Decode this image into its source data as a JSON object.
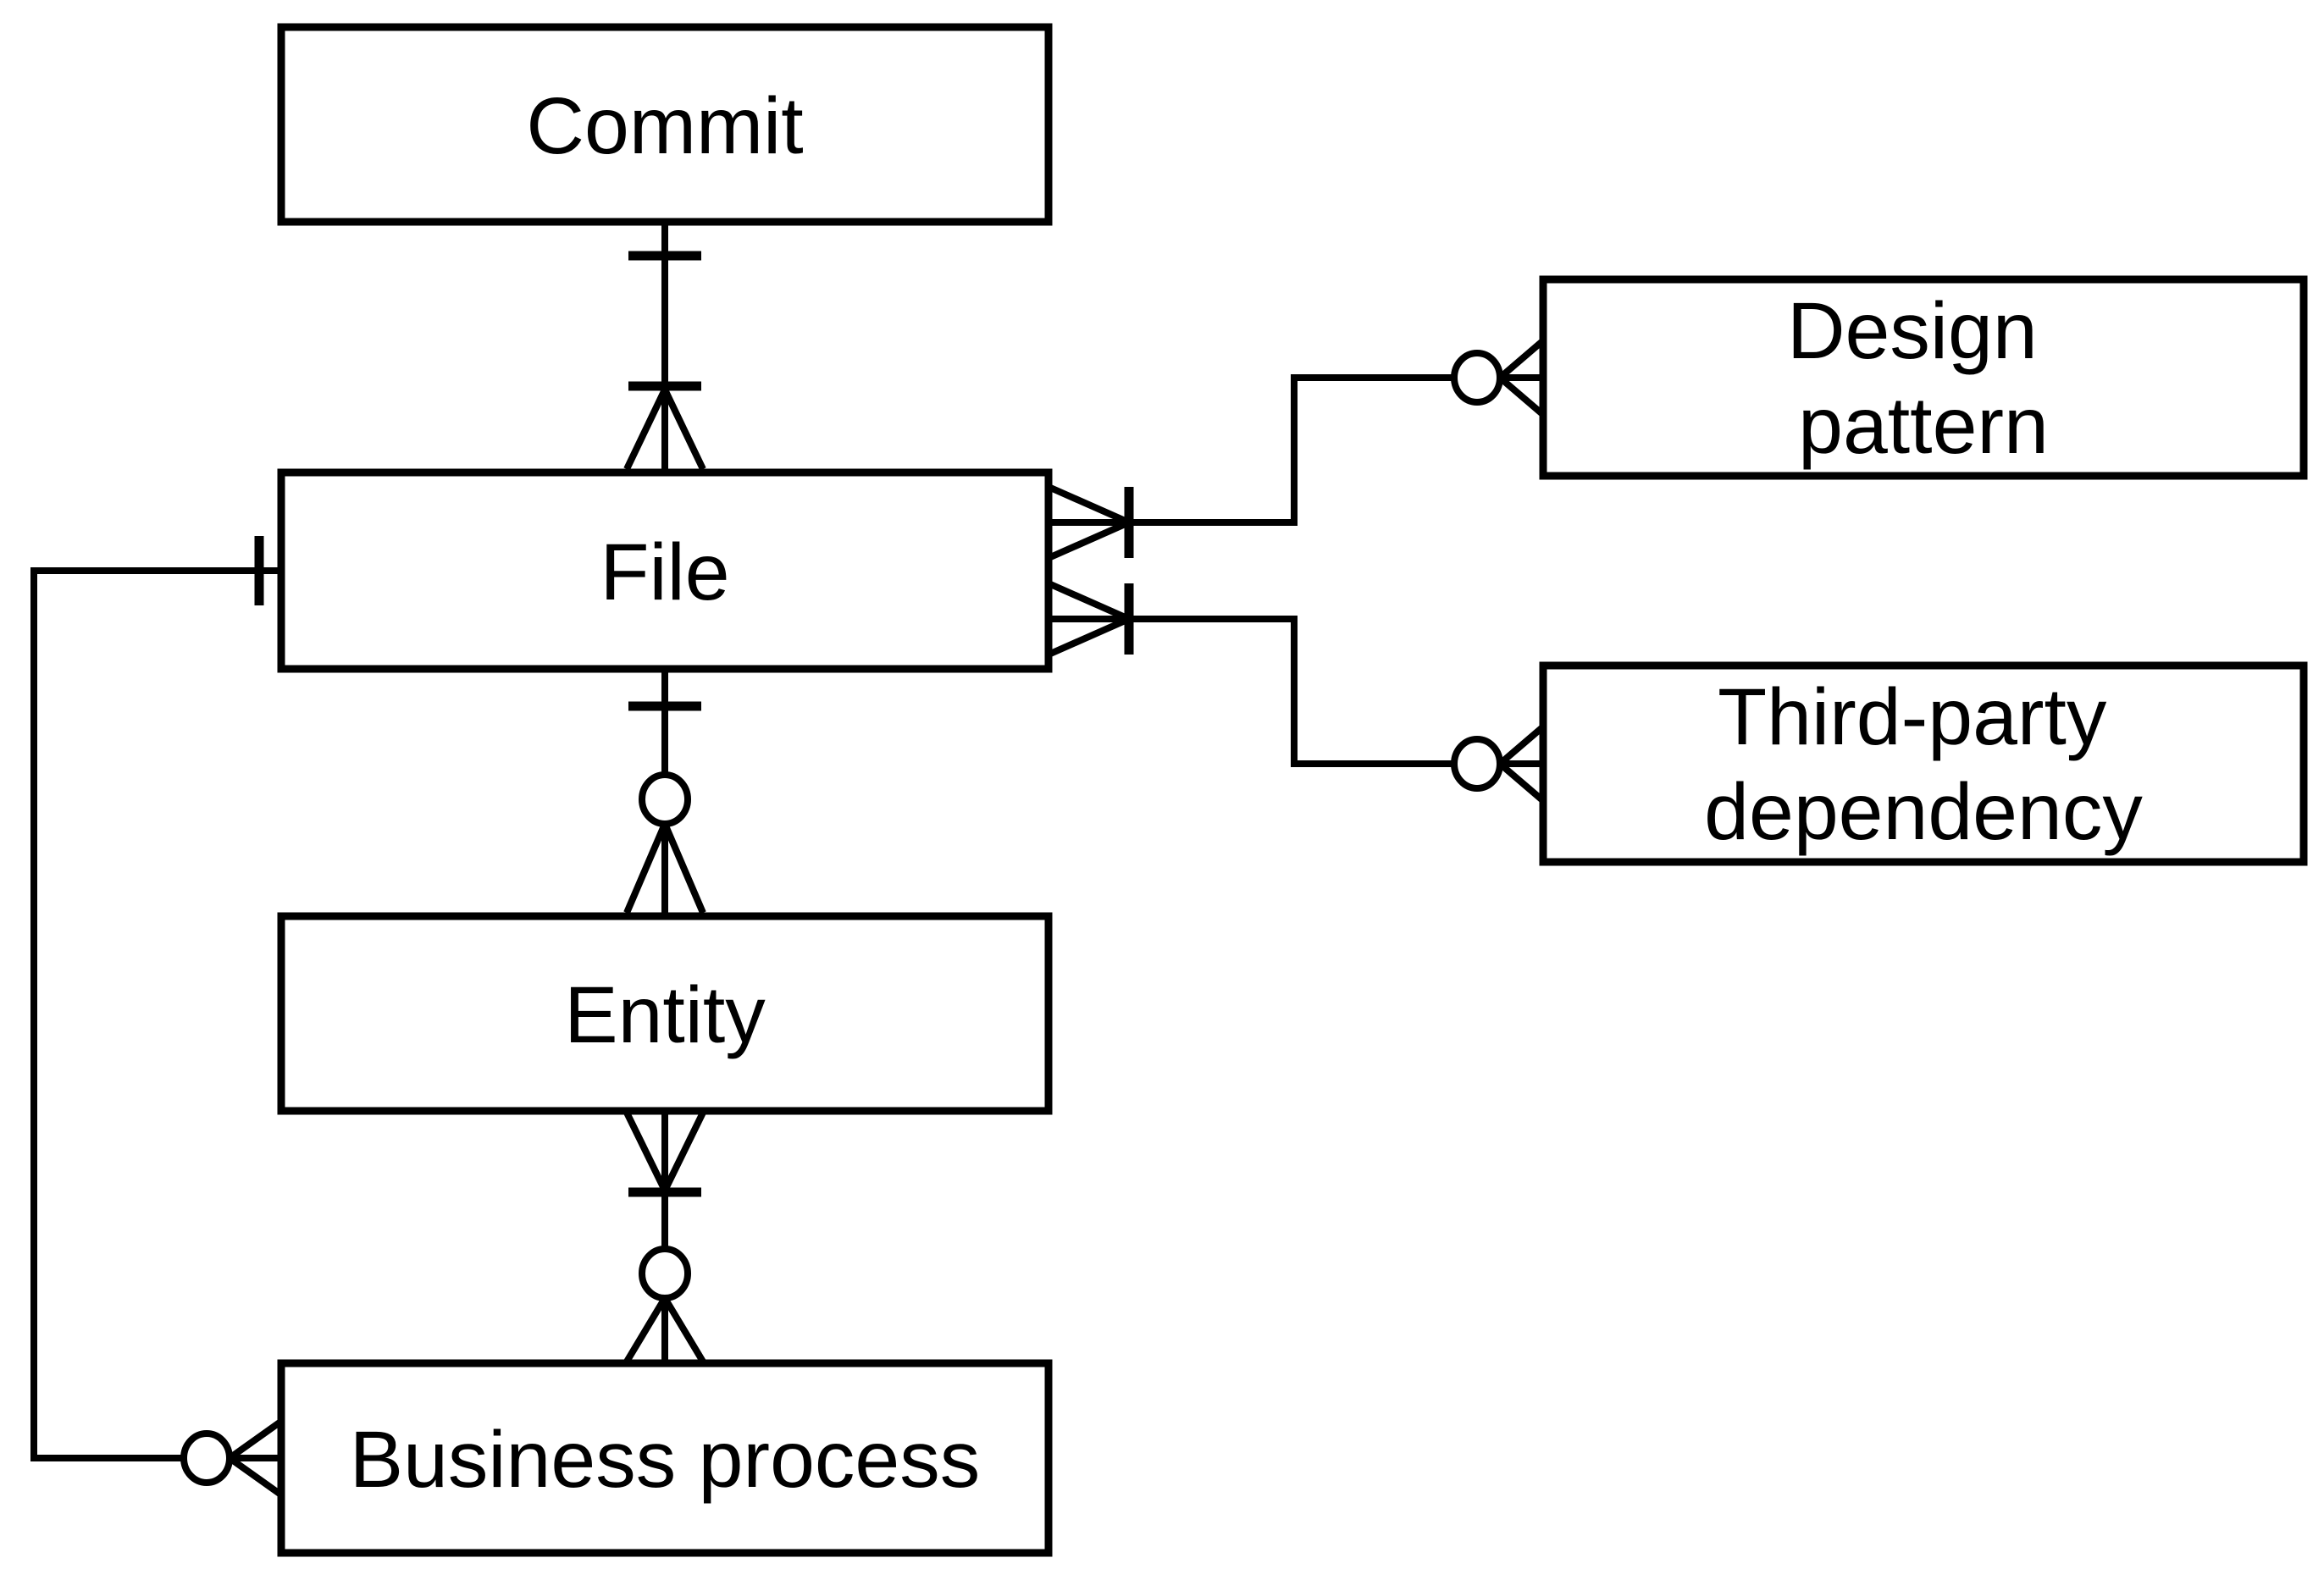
{
  "diagram": {
    "kind": "entity-relationship-diagram",
    "notation": "crow's-foot",
    "background_color": "#ffffff",
    "line_color": "#000000",
    "text_color": "#000000",
    "entities": [
      {
        "id": "commit",
        "name": "Commit",
        "lines": [
          "Commit"
        ]
      },
      {
        "id": "file",
        "name": "File",
        "lines": [
          "File"
        ]
      },
      {
        "id": "entity",
        "name": "Entity",
        "lines": [
          "Entity"
        ]
      },
      {
        "id": "business-process",
        "name": "Business process",
        "lines": [
          "Business process"
        ]
      },
      {
        "id": "design-pattern",
        "name": "Design pattern",
        "lines": [
          "Design",
          "pattern"
        ]
      },
      {
        "id": "third-party-dependency",
        "name": "Third-party dependency",
        "lines": [
          "Third-party",
          "dependency"
        ]
      }
    ],
    "relationships": [
      {
        "from": "Commit",
        "to": "File",
        "from_cardinality": "one",
        "to_cardinality": "one-or-many"
      },
      {
        "from": "File",
        "to": "Entity",
        "from_cardinality": "one",
        "to_cardinality": "zero-or-many"
      },
      {
        "from": "Entity",
        "to": "Business process",
        "from_cardinality": "one-or-many",
        "to_cardinality": "zero-or-many"
      },
      {
        "from": "File",
        "to": "Design pattern",
        "from_cardinality": "one-or-many",
        "to_cardinality": "zero-or-many"
      },
      {
        "from": "File",
        "to": "Third-party dependency",
        "from_cardinality": "one-or-many",
        "to_cardinality": "zero-or-many"
      },
      {
        "from": "File",
        "to": "Business process",
        "from_cardinality": "one",
        "to_cardinality": "zero-or-many"
      }
    ]
  }
}
